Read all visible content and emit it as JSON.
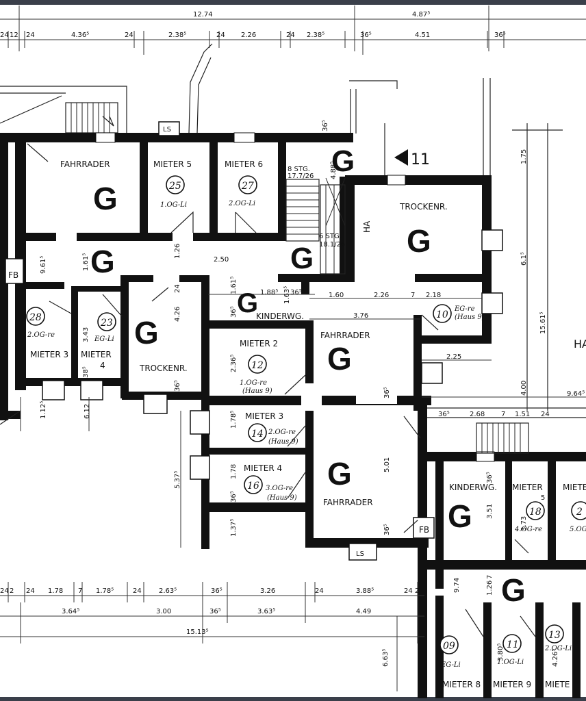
{
  "dimensions": {
    "top": [
      "12.74",
      "4.87⁵"
    ],
    "top_row": [
      "24",
      "12",
      "24",
      "4.36⁵",
      "24",
      "2.38⁵",
      "24",
      "2.26",
      "24",
      "2.38⁵",
      "36⁵",
      "4.51",
      "36⁵"
    ],
    "stair_dims": [
      "36⁵",
      "4.88⁵",
      "1.75",
      "6.1⁵",
      "15.61⁵"
    ],
    "misc": [
      "9.61⁵",
      "1.61⁵",
      "1.26",
      "2.50",
      "24",
      "4.26",
      "1.61⁵",
      "1.63⁵",
      "36⁵",
      "1.88⁵",
      "36⁵",
      "3.43",
      "38⁵",
      "1.12⁵",
      "6.12",
      "36⁵",
      "2.36⁵",
      "1.60",
      "2.26",
      "7",
      "2.18",
      "3.76",
      "2.25",
      "4.00",
      "9.64⁵",
      "36⁵",
      "2.68",
      "7",
      "1.51",
      "24",
      "1.78⁵",
      "7",
      "1.78",
      "36⁵",
      "5.37⁵",
      "1.37⁵",
      "5.01",
      "36⁵",
      "36⁵",
      "3.51",
      "36⁵",
      "3.73",
      "5",
      "9.74",
      "7",
      "1.26",
      "3.80⁵",
      "4.26⁵"
    ],
    "bottom_row1": [
      "24",
      "2",
      "24",
      "1.78",
      "7",
      "1.78⁵",
      "24",
      "2.63⁵",
      "36⁵",
      "3.26",
      "24",
      "3.88⁵",
      "24",
      "2"
    ],
    "bottom_row2": [
      "3.64⁵",
      "3.00",
      "36⁵",
      "3.63⁵",
      "4.49"
    ],
    "bottom_total": "15.13⁵",
    "bottom_side": "6.63⁵"
  },
  "rooms": {
    "fahrrader_1": "FAHRRADER",
    "mieter_5": "MIETER 5",
    "mieter_6": "MIETER 6",
    "stg_8": "8 STG.",
    "stg_8_sub": "17.7/26",
    "stg_6": "6 STG.",
    "stg_6_sub": "18.1/26",
    "ha": "HA",
    "trockenr_1": "TROCKENR.",
    "fb_1": "FB",
    "mieter_3_left": "MIETER 3",
    "mieter_4_left": "MIETER",
    "mieter_4_left_num": "4",
    "trockenr_2": "TROCKENR.",
    "kinderwg_1": "KINDERWG.",
    "mieter_2": "MIETER 2",
    "fahrrader_2": "FAHRRADER",
    "mieter_3": "MIETER 3",
    "mieter_4": "MIETER 4",
    "fahrrader_3": "FAHRRADER",
    "fb_2": "FB",
    "ls_1": "LS",
    "ls_2": "LS",
    "kinderwg_2": "KINDERWG.",
    "mieter_right": "MIETER",
    "mieter_right_num": "5",
    "mieter_right_cut": "MIETE",
    "mieter_8": "MIETER 8",
    "mieter_9": "MIETER 9",
    "mieter_cut2": "MIETE",
    "ha_cut": "HA"
  },
  "markers": {
    "g": "G",
    "section_arrow": "11"
  },
  "circles": {
    "c25": "25",
    "c27": "27",
    "c28": "28",
    "c23": "23",
    "c12": "12",
    "c14": "14",
    "c16": "16",
    "c10": "10",
    "c18": "18",
    "c09": "09",
    "c11": "11",
    "c13": "13",
    "c2x": "2"
  },
  "notes": {
    "n25": "1.OG-Li",
    "n27": "2.OG-Li",
    "n28": "2.OG-re",
    "n23": "EG-Li",
    "n12": "1.OG-re",
    "n12b": "(Haus 9)",
    "n14": "2.OG-re",
    "n14b": "(Haus 9)",
    "n16": "3.OG-re",
    "n16b": "(Haus 9)",
    "n10": "EG-re",
    "n10b": "(Haus 9)",
    "n18": "4.OG-re",
    "n09": "EG-Li",
    "n11": "1.OG-Li",
    "n13": "2.OG-Li",
    "n2x": "5.OG"
  }
}
